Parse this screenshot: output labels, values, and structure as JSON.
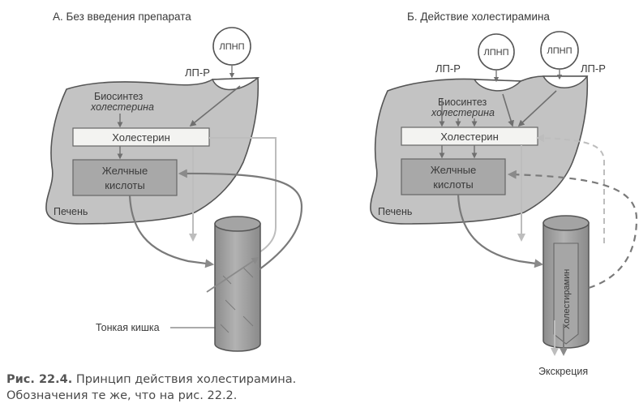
{
  "panel_a": {
    "title": "А. Без введения препарата",
    "ldl": "ЛПНП",
    "receptor": "ЛП-Р",
    "biosynthesis_1": "Биосинтез",
    "biosynthesis_2": "холестерина",
    "cholesterol": "Холестерин",
    "bile_acids_1": "Желчные",
    "bile_acids_2": "кислоты",
    "liver": "Печень",
    "intestine": "Тонкая кишка"
  },
  "panel_b": {
    "title": "Б. Действие холестирамина",
    "ldl_left": "ЛПНП",
    "ldl_right": "ЛПНП",
    "receptor_left": "ЛП-Р",
    "receptor_right": "ЛП-Р",
    "biosynthesis_1": "Биосинтез",
    "biosynthesis_2": "холестерина",
    "cholesterol": "Холестерин",
    "bile_acids_1": "Желчные",
    "bile_acids_2": "кислоты",
    "liver": "Печень",
    "drug": "Холестирамин",
    "excretion": "Экскреция"
  },
  "caption": {
    "label": "Рис. 22.4.",
    "line1": " Принцип действия холестирамина.",
    "line2": "Обозначения те же, что на рис. 22.2."
  }
}
